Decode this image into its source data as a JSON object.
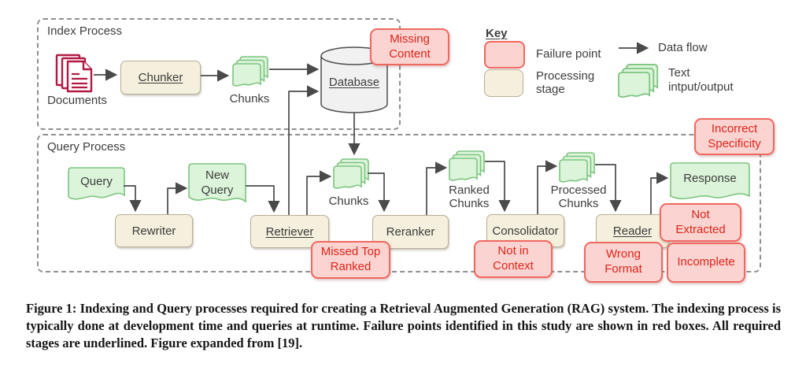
{
  "colors": {
    "failure_fill": "#fbd4d2",
    "failure_border": "#ef6860",
    "failure_text": "#dd2418",
    "stage_fill": "#f5f0dd",
    "stage_border": "#b6ae97",
    "doc_fill": "#dcf4da",
    "doc_border": "#7cc57f",
    "database_fill": "#f1f1f1",
    "documents_icon": "#b31942",
    "arrow": "#4a4a4a",
    "dashed_border": "#8f8f8f"
  },
  "index_process": {
    "title": "Index Process",
    "documents_label": "Documents",
    "chunker": "Chunker",
    "chunks": "Chunks",
    "database": "Database"
  },
  "query_process": {
    "title": "Query Process",
    "query": "Query",
    "rewriter": "Rewriter",
    "new_query": "New\nQuery",
    "retriever": "Retriever",
    "chunks": "Chunks",
    "reranker": "Reranker",
    "ranked_chunks": "Ranked\nChunks",
    "consolidator": "Consolidator",
    "processed_chunks": "Processed\nChunks",
    "reader": "Reader",
    "response": "Response"
  },
  "failure_points": {
    "missing_content": "Missing\nContent",
    "missed_top_ranked": "Missed Top\nRanked",
    "not_in_context": "Not in\nContext",
    "incorrect_specificity": "Incorrect\nSpecificity",
    "not_extracted": "Not\nExtracted",
    "wrong_format": "Wrong\nFormat",
    "incomplete": "Incomplete"
  },
  "key": {
    "title": "Key",
    "failure_point": "Failure point",
    "processing_stage": "Processing\nstage",
    "data_flow": "Data flow",
    "text_io": "Text\nintput/output"
  },
  "caption": "Figure 1: Indexing and Query processes required for creating a Retrieval Augmented Generation (RAG) system. The indexing process is typically done at development time and queries at runtime. Failure points identified in this study are shown in red boxes. All required stages are underlined. Figure expanded from [19]."
}
